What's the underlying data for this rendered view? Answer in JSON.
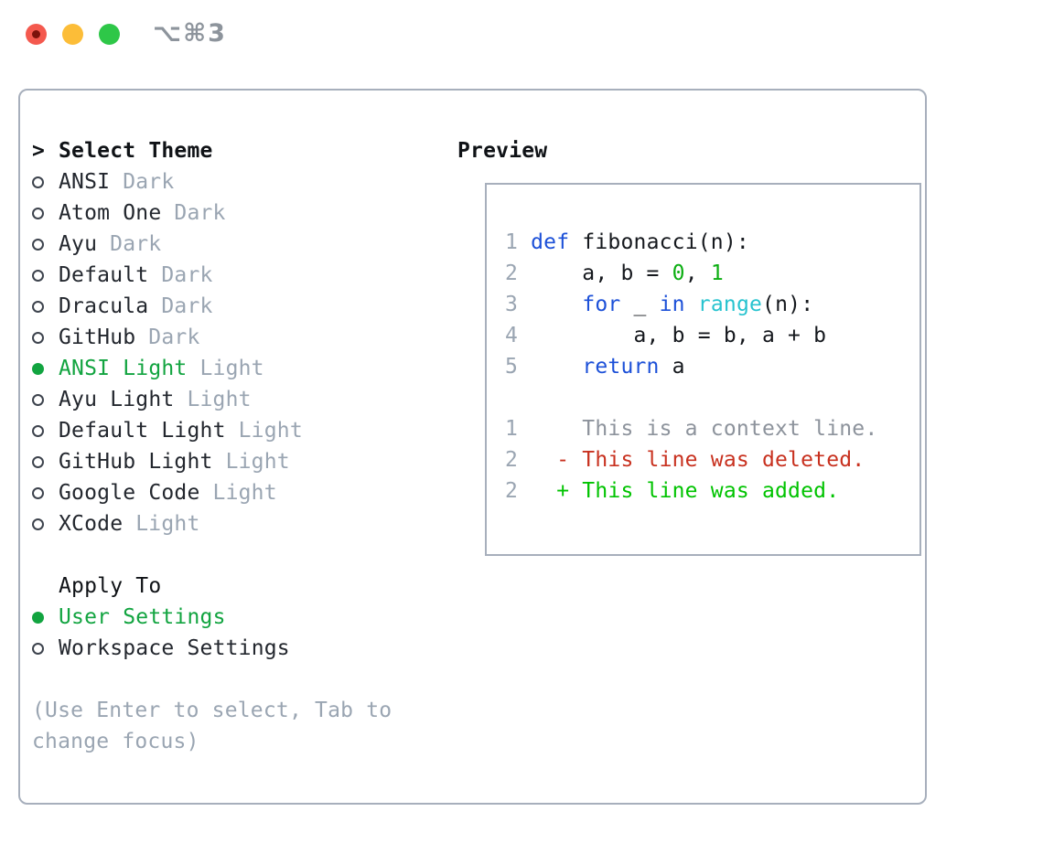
{
  "colors": {
    "win_border": "#a7afbc",
    "text": "#23272e",
    "heading": "#0f1216",
    "muted": "#9aa5b2",
    "circle": "#3d434d",
    "sel_green": "#12a440",
    "kw_blue": "#1c50d8",
    "builtin_cyan": "#27c3cf",
    "num_green": "#0cae12",
    "ctx_gray": "#8d939c",
    "del_red": "#c8311f",
    "add_green": "#00c300",
    "tl_red": "#f4594e",
    "tl_red_dot": "#7c120b",
    "tl_yellow": "#fcbd38",
    "tl_green": "#2ec748",
    "shortcut_gray": "#8d949c"
  },
  "window": {
    "shortcut": "⌥⌘3",
    "traffic_light_icons": [
      "close-icon",
      "minimize-icon",
      "zoom-icon"
    ]
  },
  "theme_panel": {
    "prompt": ">",
    "title": "Select Theme",
    "items": [
      {
        "name": "ANSI",
        "variant": "Dark",
        "selected": false
      },
      {
        "name": "Atom One",
        "variant": "Dark",
        "selected": false
      },
      {
        "name": "Ayu",
        "variant": "Dark",
        "selected": false
      },
      {
        "name": "Default",
        "variant": "Dark",
        "selected": false
      },
      {
        "name": "Dracula",
        "variant": "Dark",
        "selected": false
      },
      {
        "name": "GitHub",
        "variant": "Dark",
        "selected": false
      },
      {
        "name": "ANSI Light",
        "variant": "Light",
        "selected": true
      },
      {
        "name": "Ayu Light",
        "variant": "Light",
        "selected": false
      },
      {
        "name": "Default Light",
        "variant": "Light",
        "selected": false
      },
      {
        "name": "GitHub Light",
        "variant": "Light",
        "selected": false
      },
      {
        "name": "Google Code",
        "variant": "Light",
        "selected": false
      },
      {
        "name": "XCode",
        "variant": "Light",
        "selected": false
      }
    ],
    "apply_to": {
      "title": "Apply To",
      "options": [
        {
          "label": "User Settings",
          "selected": true
        },
        {
          "label": "Workspace Settings",
          "selected": false
        }
      ]
    },
    "hint_lines": [
      "(Use Enter to select, Tab to",
      "change focus)"
    ]
  },
  "preview": {
    "title": "Preview",
    "lines": [
      {
        "num": "1",
        "segs": [
          {
            "c": "plain",
            "t": " "
          },
          {
            "c": "kw",
            "t": "def"
          },
          {
            "c": "plain",
            "t": " fibonacci(n):"
          }
        ]
      },
      {
        "num": "2",
        "segs": [
          {
            "c": "plain",
            "t": "     a, b = "
          },
          {
            "c": "numlit",
            "t": "0"
          },
          {
            "c": "plain",
            "t": ", "
          },
          {
            "c": "numlit",
            "t": "1"
          }
        ]
      },
      {
        "num": "3",
        "segs": [
          {
            "c": "plain",
            "t": "     "
          },
          {
            "c": "kw",
            "t": "for"
          },
          {
            "c": "plain",
            "t": " _ "
          },
          {
            "c": "kw",
            "t": "in"
          },
          {
            "c": "plain",
            "t": " "
          },
          {
            "c": "builtin",
            "t": "range"
          },
          {
            "c": "plain",
            "t": "(n):"
          }
        ]
      },
      {
        "num": "4",
        "segs": [
          {
            "c": "plain",
            "t": "         a, b = b, a + b"
          }
        ]
      },
      {
        "num": "5",
        "segs": [
          {
            "c": "plain",
            "t": "     "
          },
          {
            "c": "kw",
            "t": "return"
          },
          {
            "c": "plain",
            "t": " a"
          }
        ]
      },
      {
        "num": "",
        "segs": []
      },
      {
        "num": "1",
        "segs": [
          {
            "c": "context",
            "t": "     This is a context line."
          }
        ]
      },
      {
        "num": "2",
        "segs": [
          {
            "c": "del",
            "t": "   - This line was deleted."
          }
        ]
      },
      {
        "num": "2",
        "segs": [
          {
            "c": "add",
            "t": "   + This line was added."
          }
        ]
      }
    ]
  }
}
